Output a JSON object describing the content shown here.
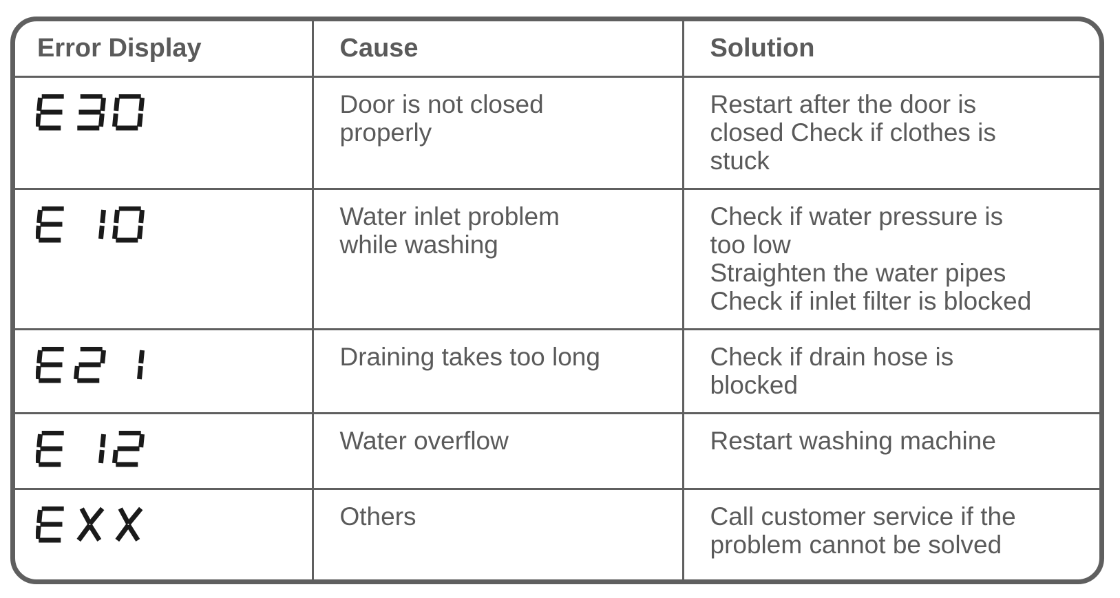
{
  "table": {
    "headers": {
      "error_display": "Error Display",
      "cause": "Cause",
      "solution": "Solution"
    },
    "rows": [
      {
        "code": "E30",
        "cause": "Door is not closed\nproperly",
        "solution": "Restart after the door is\nclosed Check if clothes is\nstuck"
      },
      {
        "code": "E10",
        "cause": "Water inlet problem\nwhile washing",
        "solution": "Check if water pressure is\ntoo low\nStraighten the water pipes\nCheck if inlet filter is blocked"
      },
      {
        "code": "E21",
        "cause": "Draining takes too long",
        "solution": "Check if drain hose is\nblocked"
      },
      {
        "code": "E12",
        "cause": "Water overflow",
        "solution": "Restart washing machine"
      },
      {
        "code": "EXX",
        "cause": "Others",
        "solution": "Call customer service if the\nproblem cannot be solved"
      }
    ]
  },
  "colors": {
    "border": "#5f5f5f",
    "text": "#5a5a5a",
    "segment": "#1a1a1a"
  }
}
